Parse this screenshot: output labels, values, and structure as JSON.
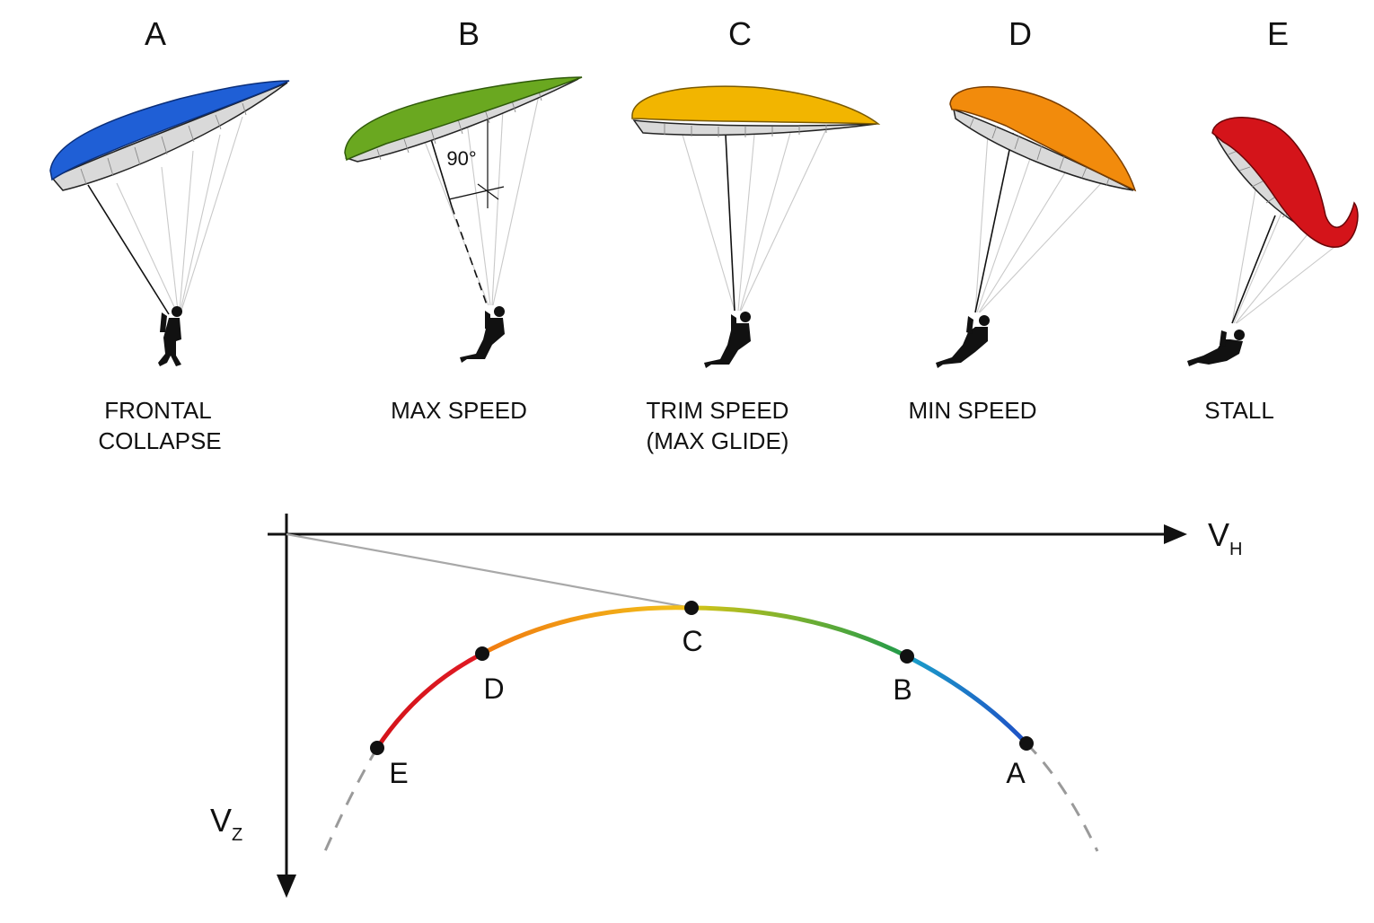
{
  "colors": {
    "A": "#1f5fd6",
    "B": "#6aa820",
    "C": "#f2b500",
    "D": "#f28b0c",
    "E": "#d4141a",
    "axis": "#111111",
    "polar_extension": "#9a9a9a",
    "tangent_line": "#9a9a9a"
  },
  "wings": [
    {
      "letter": "A",
      "caption_lines": [
        "FRONTAL",
        "COLLAPSE"
      ],
      "color_key": "A"
    },
    {
      "letter": "B",
      "caption_lines": [
        "MAX SPEED"
      ],
      "color_key": "B",
      "angle_label": "90°"
    },
    {
      "letter": "C",
      "caption_lines": [
        "TRIM SPEED",
        "(MAX GLIDE)"
      ],
      "color_key": "C"
    },
    {
      "letter": "D",
      "caption_lines": [
        "MIN SPEED"
      ],
      "color_key": "D"
    },
    {
      "letter": "E",
      "caption_lines": [
        "STALL"
      ],
      "color_key": "E"
    }
  ],
  "polar": {
    "axes": {
      "x_label": "V",
      "x_subscript": "H",
      "y_label": "V",
      "y_subscript": "Z"
    },
    "points": [
      {
        "label": "E"
      },
      {
        "label": "D"
      },
      {
        "label": "C"
      },
      {
        "label": "B"
      },
      {
        "label": "A"
      }
    ],
    "segments": [
      {
        "from": "E",
        "to": "D",
        "color_key": "E"
      },
      {
        "from": "D",
        "to": "C",
        "color_key": "D"
      },
      {
        "from": "C",
        "to": "B",
        "color_key": "B"
      },
      {
        "from": "B",
        "to": "A",
        "color_key": "A"
      }
    ],
    "tangent_to": "C"
  }
}
